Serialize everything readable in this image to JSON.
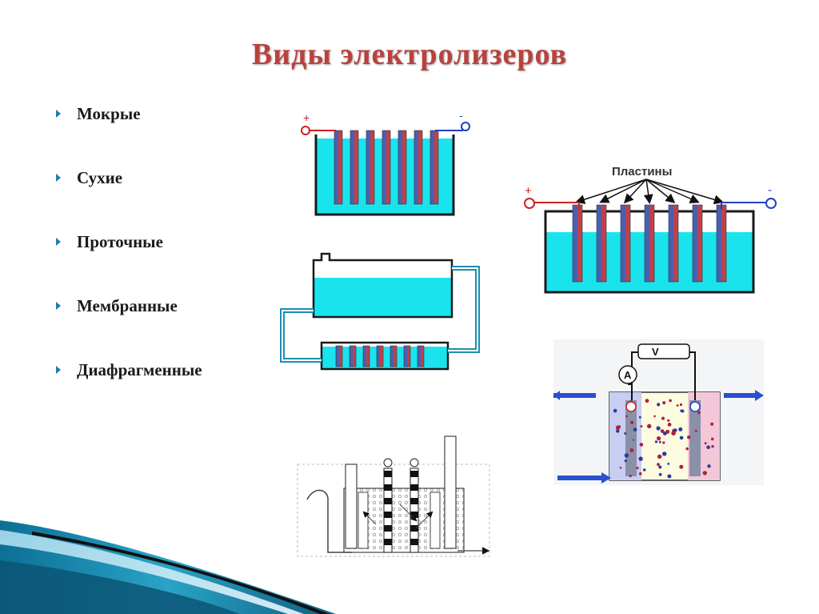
{
  "slide": {
    "title": "Виды  электролизеров",
    "bullets": [
      "Мокрые",
      "Сухие",
      "Проточные",
      "Мембранные",
      "Диафрагменные"
    ]
  },
  "diagrams": {
    "wet_cell": {
      "plus": "+",
      "minus": "-",
      "plates": 7
    },
    "plates_cell": {
      "label": "Пластины",
      "plus": "+",
      "minus": "-",
      "plates": 7
    },
    "flow_cell": {
      "plates": 7
    },
    "membrane_cell": {
      "voltage_symbol": "V",
      "ammeter_symbol": "A"
    },
    "diaphragm_cell": {
      "electrodes": 2
    }
  },
  "colors": {
    "title": "#b8423f",
    "bullet_marker": "#1d7fa6",
    "water": "#19e4ee",
    "plate_red": "#c0404a",
    "plate_blue": "#4a5fb0",
    "wire_red": "#d02020",
    "wire_blue": "#2040c0",
    "accent_teal": "#1b8fb0"
  }
}
